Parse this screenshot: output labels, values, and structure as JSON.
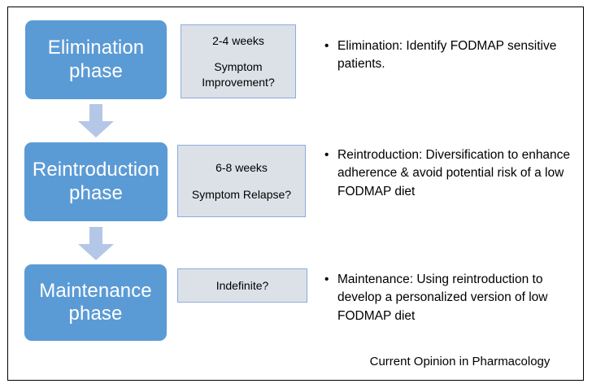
{
  "figure": {
    "colors": {
      "phase_box_fill": "#5B9BD5",
      "phase_box_text": "#FFFFFF",
      "arrow_fill": "#B4C7E7",
      "note_box_fill": "#DCE1E8",
      "note_box_border": "#8FAADC",
      "frame_border": "#000000",
      "background": "#FFFFFF",
      "body_text": "#000000"
    },
    "phases": [
      {
        "box_label": "Elimination\nphase",
        "box_line_1": "Elimination",
        "box_line_2": "phase",
        "note_line_1": "2-4 weeks",
        "note_line_2": "Symptom Improvement?",
        "bullet_marker": "•",
        "bullet_text": "Elimination: Identify FODMAP sensitive patients."
      },
      {
        "box_label": "Reintroduction\nphase",
        "box_line_1": "Reintroduction",
        "box_line_2": "phase",
        "note_line_1": "6-8 weeks",
        "note_line_2": "Symptom Relapse?",
        "bullet_marker": "•",
        "bullet_text": "Reintroduction: Diversification to enhance adherence & avoid potential risk of a low FODMAP diet"
      },
      {
        "box_label": "Maintenance\nphase",
        "box_line_1": "Maintenance",
        "box_line_2": "phase",
        "note_line_1": "Indefinite?",
        "note_line_2": "",
        "bullet_marker": "•",
        "bullet_text": "Maintenance: Using reintroduction to develop a personalized version of low FODMAP diet"
      }
    ],
    "arrows": [
      {
        "icon": "arrow-down-icon",
        "from": "Elimination phase",
        "to": "Reintroduction phase"
      },
      {
        "icon": "arrow-down-icon",
        "from": "Reintroduction phase",
        "to": "Maintenance phase"
      }
    ],
    "journal_credit": "Current Opinion in Pharmacology"
  }
}
